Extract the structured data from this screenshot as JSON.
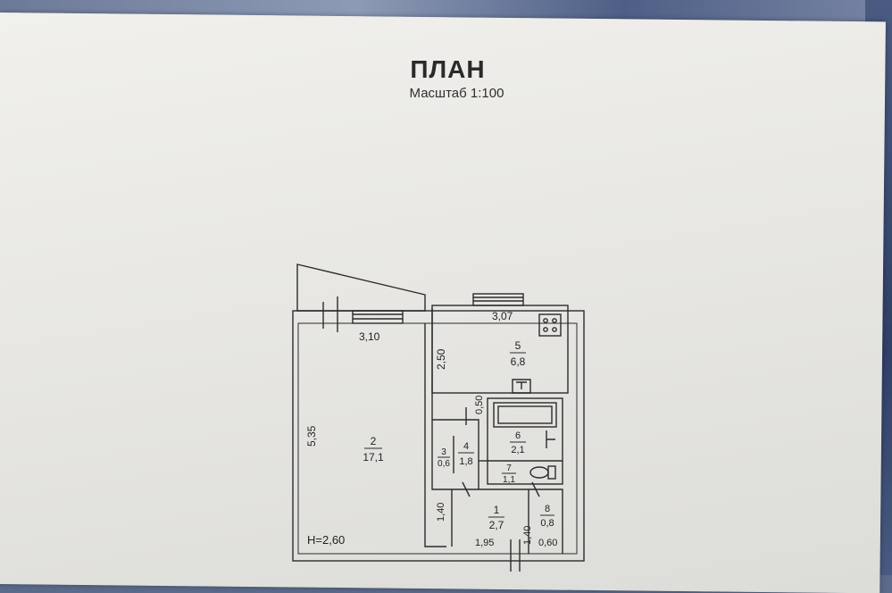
{
  "document": {
    "title": "ПЛАН",
    "scale": "Масштаб 1:100"
  },
  "plan": {
    "height_label": "H=2,60",
    "dimensions": {
      "living_width": "3,10",
      "living_length": "5,35",
      "kitchen_width": "3,07",
      "kitchen_length": "2,50",
      "bath_length": "0,50",
      "hall_length_left": "1,40",
      "hall_width": "1,95",
      "closet_length": "1,40",
      "closet_width": "0,60"
    },
    "rooms": [
      {
        "number": "1",
        "area": "2,7"
      },
      {
        "number": "2",
        "area": "17,1"
      },
      {
        "number": "3",
        "area": "0,6"
      },
      {
        "number": "4",
        "area": "1,8"
      },
      {
        "number": "5",
        "area": "6,8"
      },
      {
        "number": "6",
        "area": "2,1"
      },
      {
        "number": "7",
        "area": "1,1"
      },
      {
        "number": "8",
        "area": "0,8"
      }
    ],
    "colors": {
      "line": "#2b2b2b",
      "paper": "#ecebe7"
    }
  }
}
